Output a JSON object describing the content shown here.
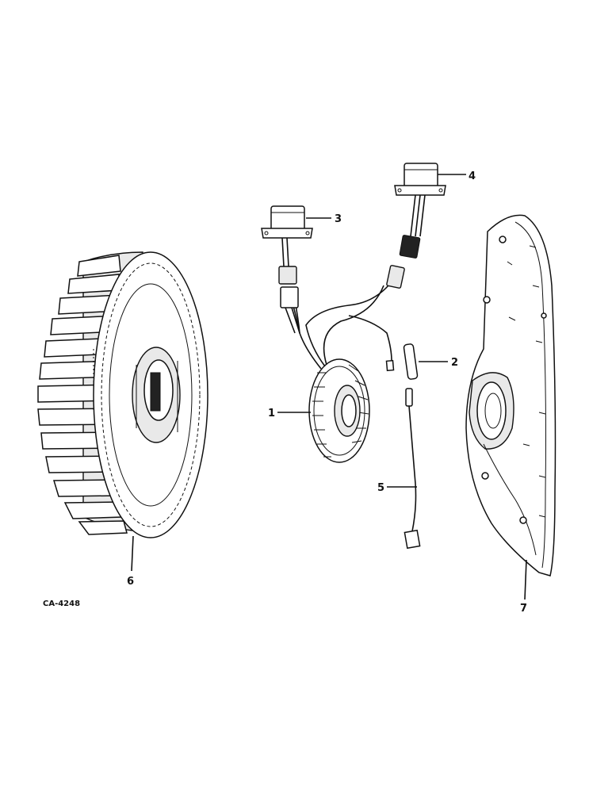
{
  "drawing_code": "CA-4248",
  "callouts": {
    "c1": "1",
    "c2": "2",
    "c3": "3",
    "c4": "4",
    "c5": "5",
    "c6": "6",
    "c7": "7"
  }
}
